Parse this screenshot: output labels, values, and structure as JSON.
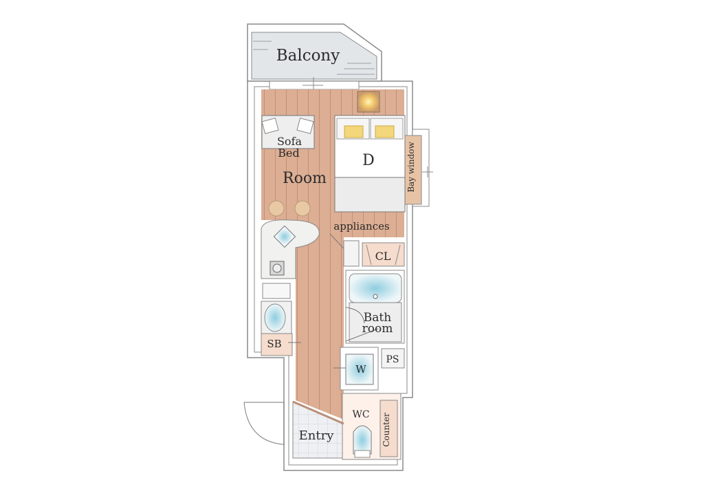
{
  "floor_plan": {
    "rooms": {
      "balcony": "Balcony",
      "sofa_bed_line1": "Sofa",
      "sofa_bed_line2": "Bed",
      "room": "Room",
      "bed": "D",
      "bay_window": "Bay window",
      "appliances": "appliances",
      "closet": "CL",
      "bathroom_line1": "Bath",
      "bathroom_line2": "room",
      "shoe_box": "SB",
      "pipe_space": "PS",
      "washer": "W",
      "wc": "WC",
      "counter": "Counter",
      "entry": "Entry"
    },
    "colors": {
      "wall": "#ffffff",
      "wall_line": "#8a8a8a",
      "wood_floor": "#dcae94",
      "balcony": "#e3e6e9",
      "tile": "#eef0f3",
      "fixture": "#f1f1f0",
      "water": "#a9d6e5",
      "pillow": "#f4d77a",
      "cabinet": "#f5dccd"
    }
  }
}
